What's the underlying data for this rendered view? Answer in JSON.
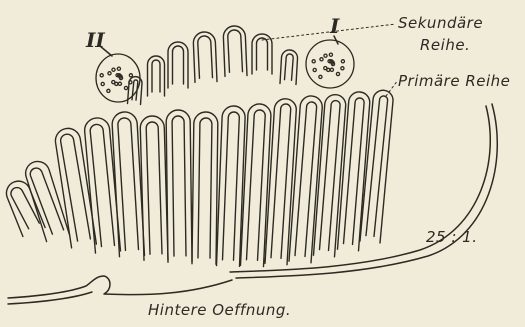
{
  "figure": {
    "labels": {
      "marker_1": "I",
      "marker_2": "II",
      "secondary_line1": "Sekundäre",
      "secondary_line2": "Reihe.",
      "primary": "Primäre Reihe",
      "scale": "25 : 1.",
      "caption": "Hintere Oeffnung."
    },
    "colors": {
      "paper": "#f1ecda",
      "ink": "#2c2a22"
    }
  }
}
